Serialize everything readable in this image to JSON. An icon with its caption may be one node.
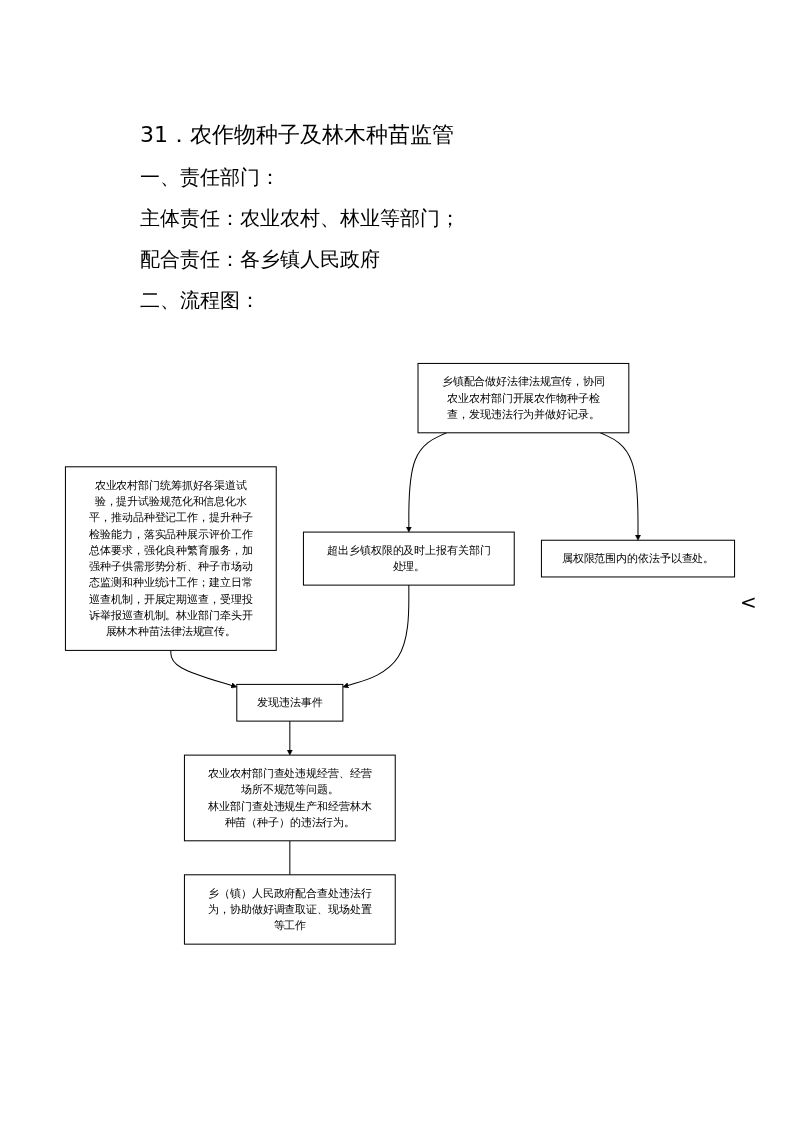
{
  "diagram": {
    "title": "31．农作物种子及林木种苗监管",
    "nodes": [
      {
        "text": [
          "农业农村部门统筹抓好各渠道试验，提升试验规范化和信息化水平，推动品种登记工作，提升种子检验能力，落实品种展示评价工作总体要求，强化良种繁育服务，加强种子供需形势分析、种子市场动态监测和种业统计工作；建立日常巡查机制，开展定期巡查，受理投诉举报巡查机制。林业部门牵头开展林木种苗法律法规宣传。"
        ]
      },
      {
        "text": [
          "乡镇配合做好法律法规宣传，协同农业农村部门开展农作物种子检查，发现违法行为并做好记录。"
        ]
      },
      {
        "text": [
          "发现违法事件"
        ]
      },
      {
        "text": [
          "超出乡镇权限的及时上报有关部门处理。"
        ]
      },
      {
        "text": [
          "属权限范围内的依法予以查处。"
        ]
      },
      {
        "text": [
          "农业农村部门查处违规经营、经营场所不规范等问题。",
          "林业部门查处违规生产和经营林木种苗（种子）的违法行为。"
        ]
      },
      {
        "text": [
          "乡（镇）人民政府配合查处违法行为，协助做好调查取证、现场处置等工作"
        ]
      }
    ],
    "edges": [
      {
        "from": 0,
        "to": 2,
        "arrow": "to"
      },
      {
        "from": 1,
        "to": 3,
        "arrow": "to"
      },
      {
        "from": 1,
        "to": 4,
        "arrow": "to"
      },
      {
        "from": 3,
        "to": 2,
        "arrow": "to"
      },
      {
        "from": 2,
        "to": 5,
        "arrow": "to"
      },
      {
        "from": 5,
        "to": 6,
        "arrow": "none"
      }
    ],
    "labels": [
      "一、责任部门：",
      "主体责任：农业农村、林业等部门；",
      "配合责任：各乡镇人民政府",
      "二、流程图：",
      "<"
    ]
  }
}
